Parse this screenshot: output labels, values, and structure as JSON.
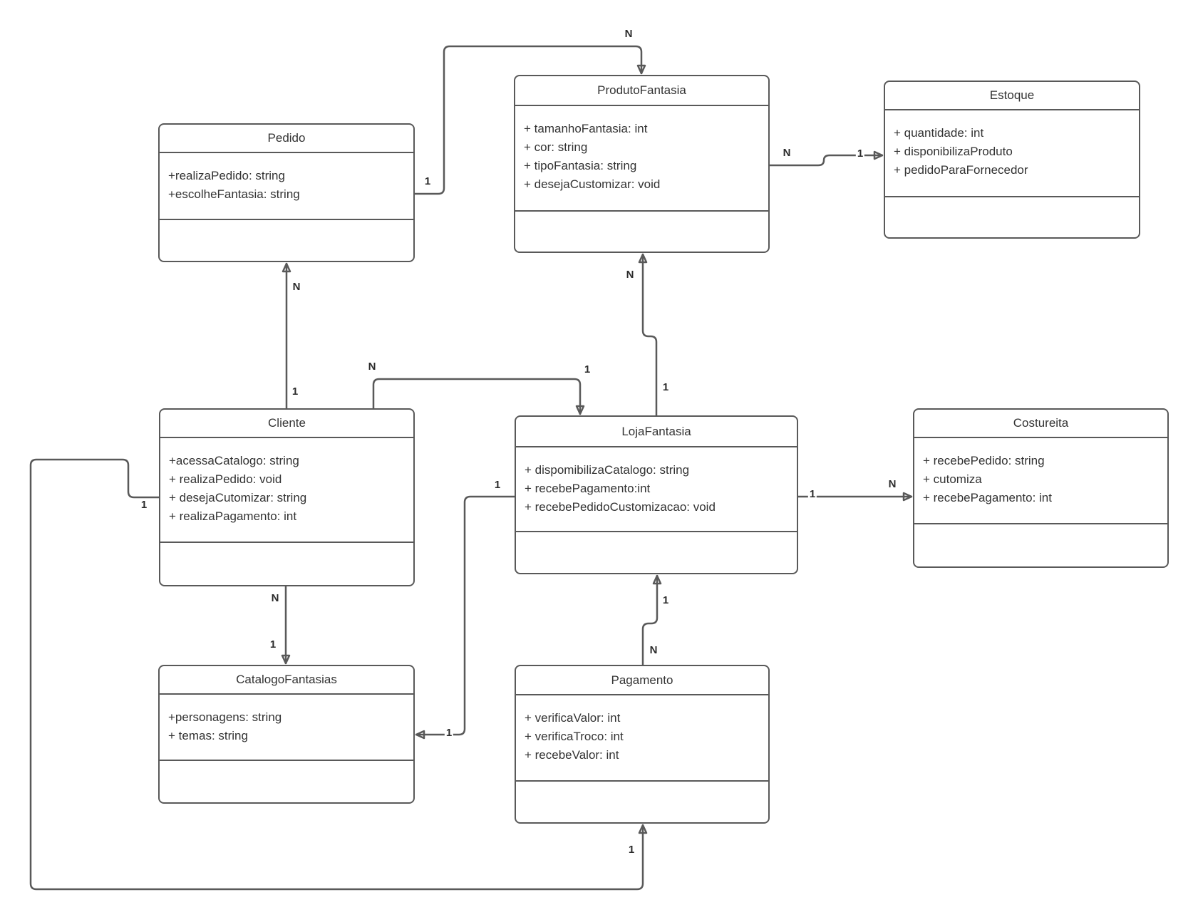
{
  "diagram": {
    "type": "uml-class-diagram",
    "colors": {
      "stroke": "#595959",
      "fill": "#ffffff",
      "text": "#333333",
      "background": "#ffffff"
    },
    "classes": [
      {
        "name": "Pedido",
        "attributes": [
          "+realizaPedido: string",
          "+escolheFantasia: string"
        ]
      },
      {
        "name": "ProdutoFantasia",
        "attributes": [
          "+ tamanhoFantasia: int",
          "+ cor: string",
          "+ tipoFantasia: string",
          "+ desejaCustomizar: void"
        ]
      },
      {
        "name": "Estoque",
        "attributes": [
          "+ quantidade: int",
          "+ disponibilizaProduto",
          "+ pedidoParaFornecedor"
        ]
      },
      {
        "name": "Cliente",
        "attributes": [
          "+acessaCatalogo: string",
          "+ realizaPedido: void",
          "+ desejaCutomizar: string",
          "+ realizaPagamento: int"
        ]
      },
      {
        "name": "LojaFantasia",
        "attributes": [
          "+ dispomibilizaCatalogo: string",
          "+ recebePagamento:int",
          "+ recebePedidoCustomizacao: void"
        ]
      },
      {
        "name": "Costureita",
        "attributes": [
          "+ recebePedido: string",
          "+ cutomiza",
          "+ recebePagamento: int"
        ]
      },
      {
        "name": "CatalogoFantasias",
        "attributes": [
          "+personagens: string",
          "+ temas: string"
        ]
      },
      {
        "name": "Pagamento",
        "attributes": [
          "+ verificaValor: int",
          "+ verificaTroco: int",
          "+ recebeValor: int"
        ]
      }
    ],
    "connections": [
      {
        "from": "Pedido",
        "to": "ProdutoFantasia",
        "from_label": "1",
        "to_label": "N"
      },
      {
        "from": "ProdutoFantasia",
        "to": "Estoque",
        "from_label": "N",
        "to_label": "1"
      },
      {
        "from": "LojaFantasia",
        "to": "ProdutoFantasia",
        "from_label": "1",
        "to_label": "N"
      },
      {
        "from": "Cliente",
        "to": "LojaFantasia",
        "from_label": "N",
        "to_label": "1"
      },
      {
        "from": "Cliente",
        "to": "Pedido",
        "from_label": "1",
        "to_label": "N"
      },
      {
        "from": "Cliente",
        "to": "CatalogoFantasias",
        "from_label": "N",
        "to_label": "1"
      },
      {
        "from": "LojaFantasia",
        "to": "Costureita",
        "from_label": "1",
        "to_label": "N"
      },
      {
        "from": "Pagamento",
        "to": "LojaFantasia",
        "from_label": "N",
        "to_label": "1"
      },
      {
        "from": "LojaFantasia",
        "to": "CatalogoFantasias",
        "from_label": "1",
        "to_label": "1"
      },
      {
        "from": "Cliente",
        "to": "Pagamento",
        "from_label": "1",
        "to_label": "1"
      }
    ]
  }
}
